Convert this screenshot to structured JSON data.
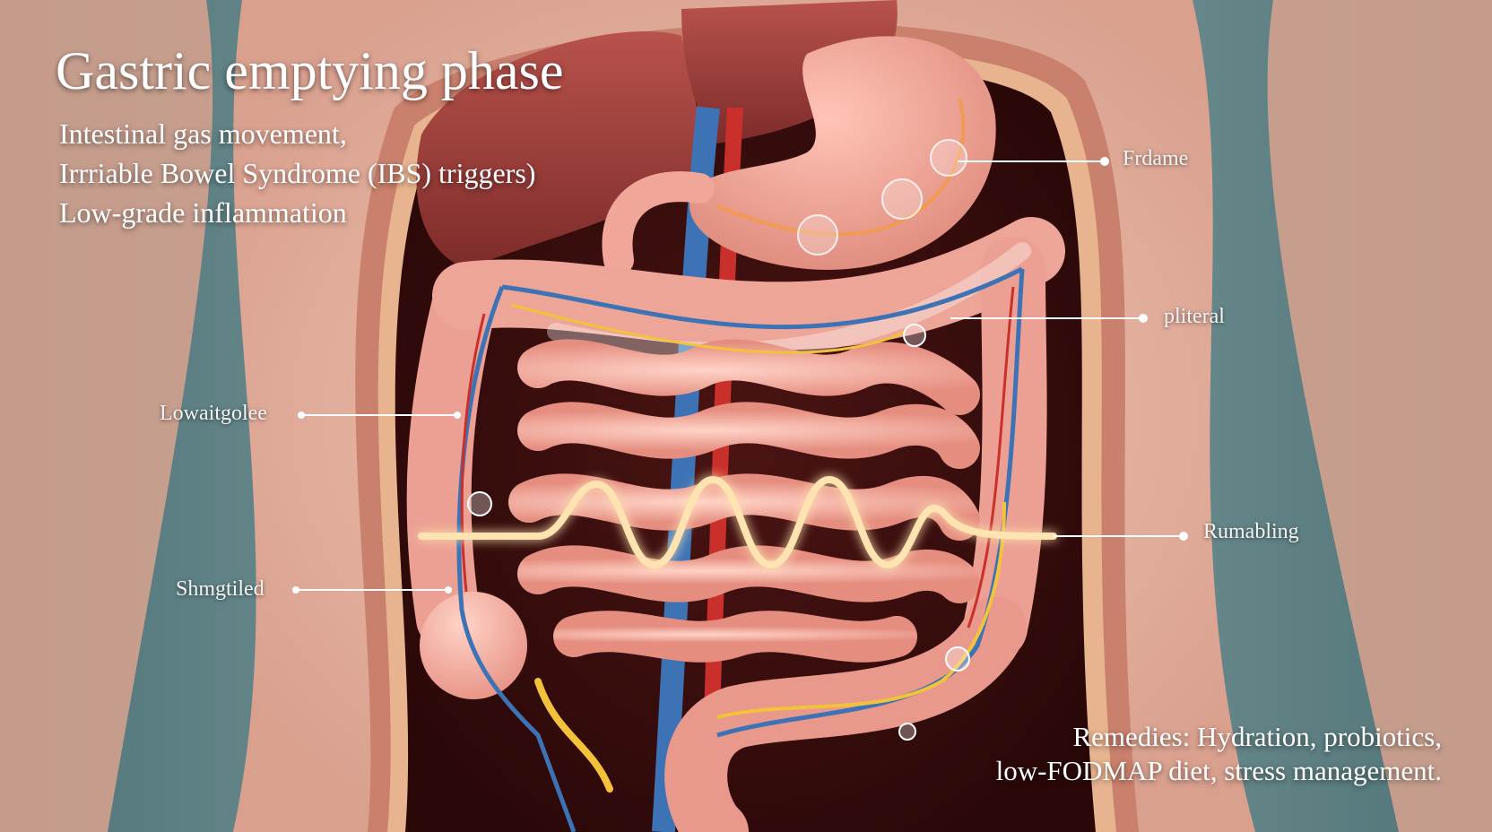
{
  "title": "Gastric emptying phase",
  "subtitle_lines": [
    "Intestinal gas movement,",
    "Irrriable Bowel Syndrome (IBS) triggers)",
    "Low-grade inflammation"
  ],
  "callouts": {
    "right_top": "Frdame",
    "right_mid": "pliteral",
    "right_low": "Rumabling",
    "left_top": "Lowaitgolee",
    "left_low": "Shmgtiled"
  },
  "remedies": [
    "Remedies: Hydration, probiotics,",
    "low-FODMAP diet, stress management."
  ],
  "colors": {
    "background": "#5f8589",
    "skin": "#e9b5a3",
    "intestine": "#f0a79a",
    "liver": "#9e3f3c",
    "vein": "#3d73b5",
    "artery": "#c9302b",
    "nerve": "#f2c23b",
    "wave_glow": "#ffe3b0"
  }
}
